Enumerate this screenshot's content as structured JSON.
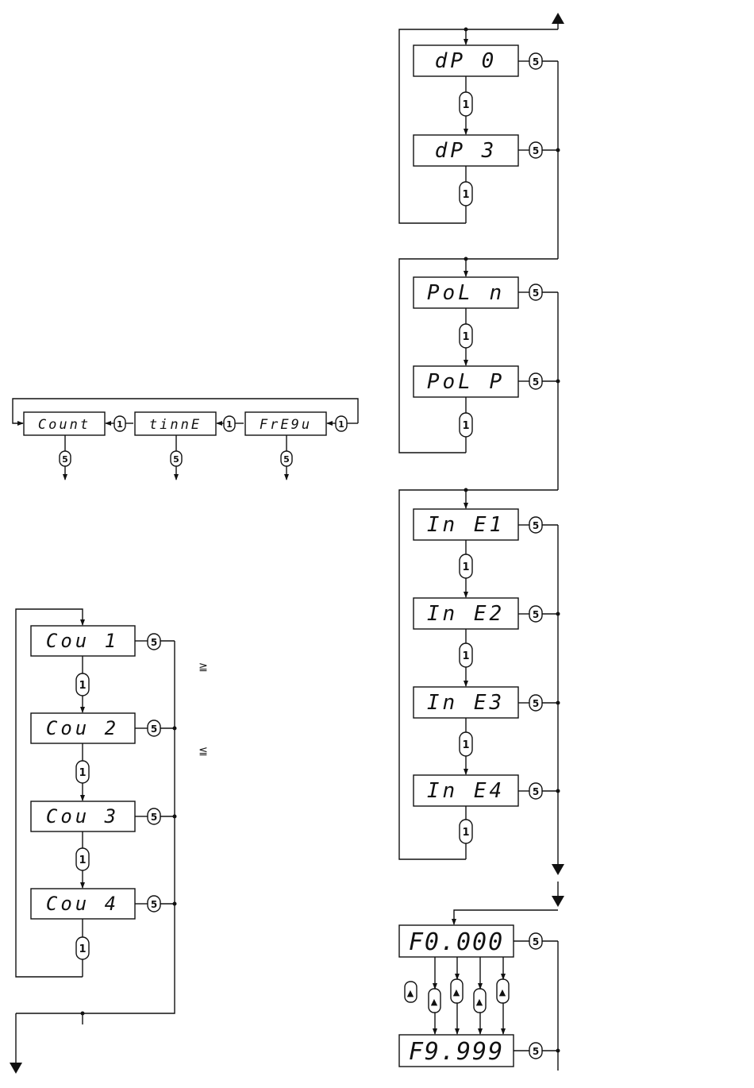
{
  "mode_menu": {
    "items": [
      "Count",
      "tinnE",
      "FrE9u"
    ],
    "next_key": "1",
    "enter_key": "5"
  },
  "count_menu": {
    "items": [
      "Cou 1",
      "Cou 2",
      "Cou 3",
      "Cou 4"
    ],
    "next_key": "1",
    "enter_key": "5",
    "marks": [
      "≧",
      "≦"
    ]
  },
  "dp_menu": {
    "items": [
      "dP 0",
      "dP 3"
    ],
    "next_key": "1",
    "enter_key": "5"
  },
  "pol_menu": {
    "items": [
      "PoL n",
      "PoL P"
    ],
    "next_key": "1",
    "enter_key": "5"
  },
  "ine_menu": {
    "items": [
      "In E1",
      "In E2",
      "In E3",
      "In E4"
    ],
    "next_key": "1",
    "enter_key": "5"
  },
  "factor_menu": {
    "min": "F0.000",
    "max": "F9.999",
    "digit_key": "▲",
    "cursor_key": "▲",
    "enter_key": "5"
  }
}
